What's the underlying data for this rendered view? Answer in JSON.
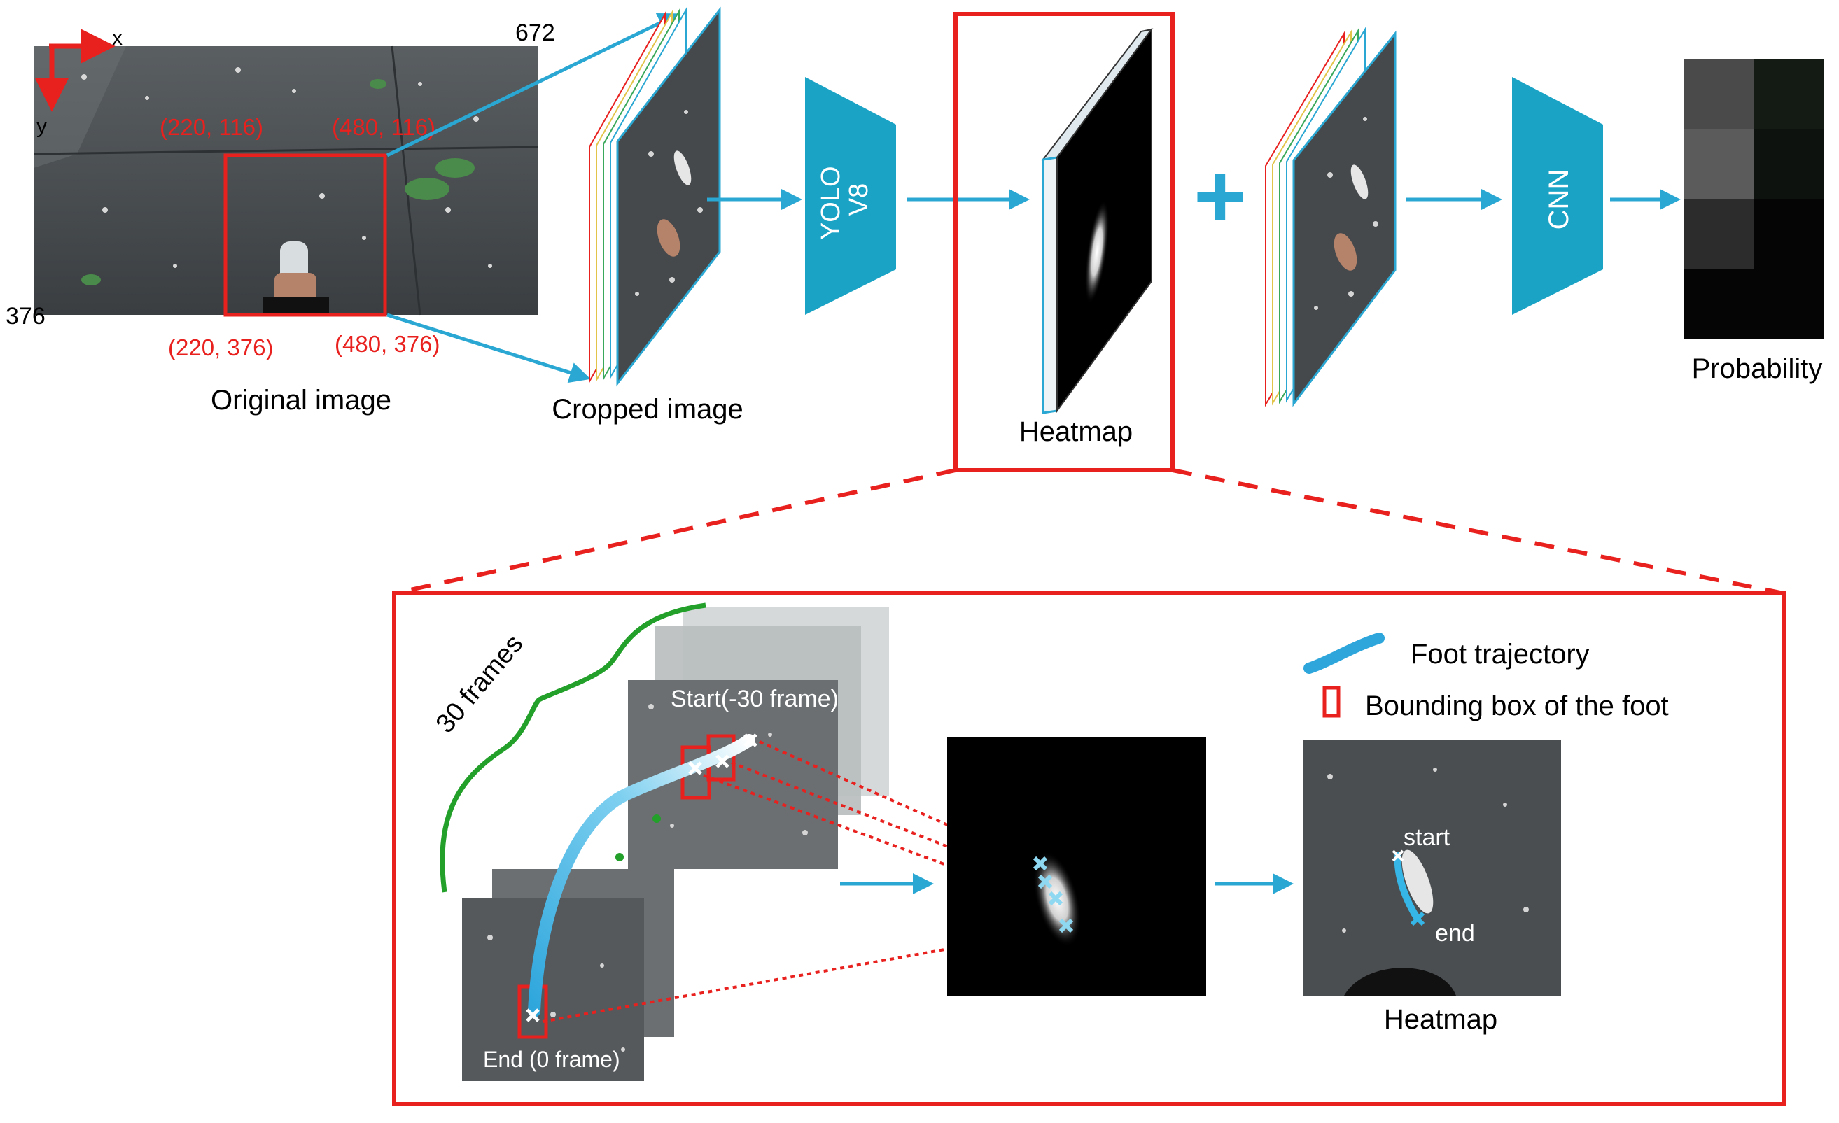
{
  "labels": {
    "original_image": "Original image",
    "cropped_image": "Cropped image",
    "heatmap": "Heatmap",
    "probability": "Probability",
    "heatmap_result": "Heatmap"
  },
  "axes": {
    "x": "x",
    "y": "y",
    "width_value": "672",
    "height_value": "376"
  },
  "crop_coords": {
    "top_left": "(220, 116)",
    "top_right": "(480, 116)",
    "bottom_left": "(220, 376)",
    "bottom_right": "(480, 376)"
  },
  "models": {
    "yolo_line1": "YOLO",
    "yolo_line2": "V8",
    "cnn": "CNN"
  },
  "operator": "+",
  "detail": {
    "frames_count": "30 frames",
    "start_frame": "Start(-30 frame)",
    "end_frame": "End (0 frame)",
    "legend_trajectory": "Foot trajectory",
    "legend_bbox": "Bounding box of the foot",
    "start_marker": "start",
    "end_marker": "end"
  },
  "colors": {
    "accent_red": "#e8201e",
    "model_blue": "#1ba3c6",
    "arrow_blue": "#2aa7d2",
    "brace_green": "#22a02a",
    "trajectory_blue": "#35b6e6"
  },
  "probability_grid": [
    [
      "#4a4a4a",
      "#141a14"
    ],
    [
      "#5b5b5b",
      "#0e120e"
    ],
    [
      "#2c2c2c",
      "#050505"
    ],
    [
      "#050505",
      "#050505"
    ]
  ]
}
